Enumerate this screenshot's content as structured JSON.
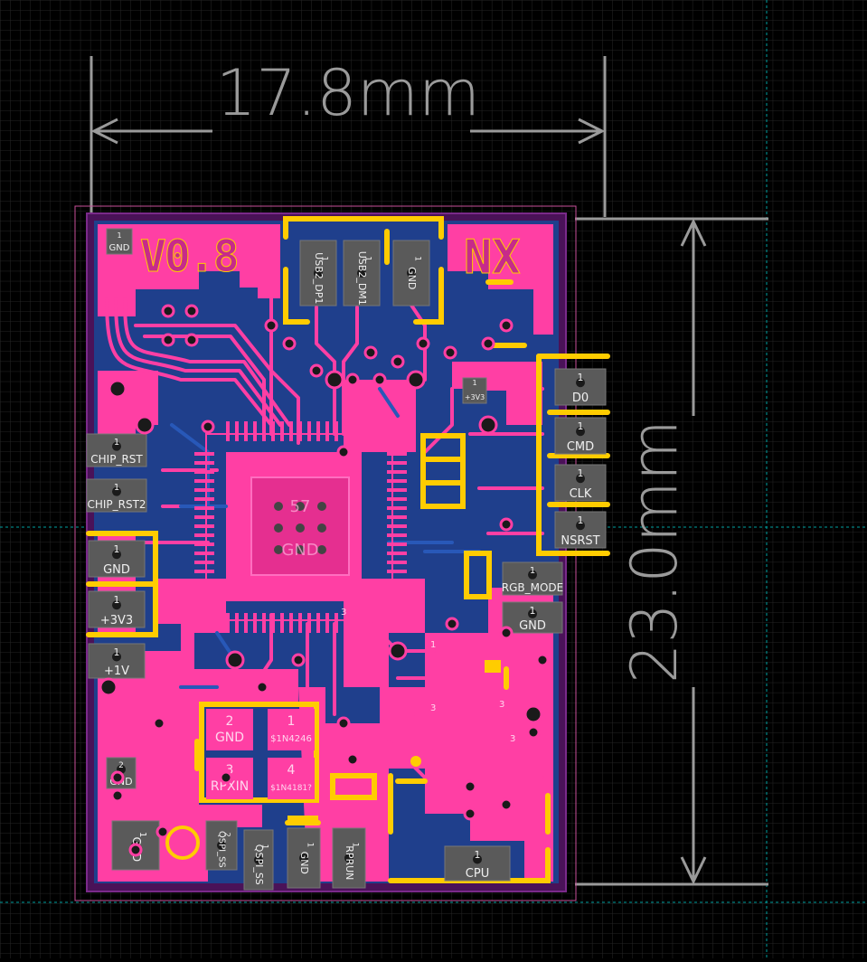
{
  "colors": {
    "background": "#000000",
    "grid": "#2a2a2a",
    "dimension": "#9a9a9a",
    "top_copper": "#ff3fa4",
    "bottom_copper": "#1a3f8f",
    "silkscreen": "#ffcc00",
    "board_outline": "#6a1a7a",
    "pad_gray": "#5a5a5a",
    "guide_line": "#00a0a0"
  },
  "dimensions": {
    "width_label": "17.8mm",
    "height_label": "23.0mm"
  },
  "board": {
    "version_label": "V0.8",
    "brand_label": "NX",
    "ic_center_label_top": "57",
    "ic_center_label_bottom": "GND"
  },
  "pads": [
    {
      "id": "gnd-top-left",
      "num": "1",
      "label": "GND"
    },
    {
      "id": "usb2-dp1",
      "num": "1",
      "label": "USB2_DP1"
    },
    {
      "id": "usb2-dm1",
      "num": "1",
      "label": "USB2_DM1"
    },
    {
      "id": "gnd-usb",
      "num": "1",
      "label": "GND"
    },
    {
      "id": "plus3v3-small",
      "num": "1",
      "label": "+3V3"
    },
    {
      "id": "d0",
      "num": "1",
      "label": "D0"
    },
    {
      "id": "cmd",
      "num": "1",
      "label": "CMD"
    },
    {
      "id": "clk",
      "num": "1",
      "label": "CLK"
    },
    {
      "id": "nsrst",
      "num": "1",
      "label": "NSRST"
    },
    {
      "id": "rgb-mode",
      "num": "1",
      "label": "RGB_MODE"
    },
    {
      "id": "gnd-right",
      "num": "1",
      "label": "GND"
    },
    {
      "id": "chip-rst",
      "num": "1",
      "label": "CHIP_RST"
    },
    {
      "id": "chip-rst2",
      "num": "1",
      "label": "CHIP_RST2"
    },
    {
      "id": "gnd-left",
      "num": "1",
      "label": "GND"
    },
    {
      "id": "plus3v3-left",
      "num": "1",
      "label": "+3V3"
    },
    {
      "id": "plus1v",
      "num": "1",
      "label": "+1V"
    },
    {
      "id": "gnd-lower-left",
      "num": "2",
      "label": "GND"
    },
    {
      "id": "gnd-bottom-left",
      "num": "1",
      "label": "GND"
    },
    {
      "id": "qspi-ss-a",
      "num": "2",
      "label": "QSPI_SS"
    },
    {
      "id": "qspi-ss-b",
      "num": "1",
      "label": "QSPI_SS"
    },
    {
      "id": "gnd-bottom",
      "num": "1",
      "label": "GND"
    },
    {
      "id": "rprun",
      "num": "1",
      "label": "RPRUN"
    },
    {
      "id": "cpu",
      "num": "1",
      "label": "CPU"
    }
  ],
  "crystal": {
    "pin1_num": "1",
    "pin1_label": "$1N4246",
    "pin2_num": "2",
    "pin2_label": "GND",
    "pin3_num": "3",
    "pin3_label": "RPXIN",
    "pin4_num": "4",
    "pin4_label": "$1N4181?"
  },
  "small_numbers": {
    "n1": "1",
    "n3a": "3",
    "n3b": "3",
    "n3c": "3",
    "n3d": "3"
  }
}
